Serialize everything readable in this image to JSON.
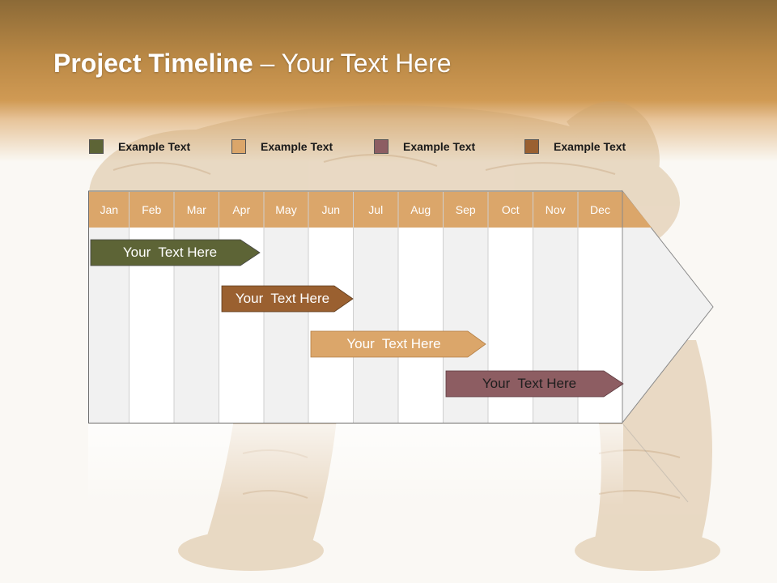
{
  "title": {
    "bold": "Project Timeline",
    "rest": " – Your Text Here"
  },
  "legend": [
    {
      "label": "Example Text",
      "color": "#5d6436"
    },
    {
      "label": "Example Text",
      "color": "#dba66a"
    },
    {
      "label": "Example Text",
      "color": "#8d5d62"
    },
    {
      "label": "Example Text",
      "color": "#9a6030"
    }
  ],
  "months": [
    "Jan",
    "Feb",
    "Mar",
    "Apr",
    "May",
    "Jun",
    "Jul",
    "Aug",
    "Sep",
    "Oct",
    "Nov",
    "Dec"
  ],
  "tasks": [
    {
      "label": "Your  Text Here",
      "color": "#5d6436"
    },
    {
      "label": "Your  Text Here",
      "color": "#9a6030"
    },
    {
      "label": "Your  Text Here",
      "color": "#dba66a"
    },
    {
      "label": "Your  Text Here",
      "color": "#8d5d62"
    }
  ],
  "colors": {
    "header_band": "#c8924c",
    "month_header": "#dba66a"
  }
}
